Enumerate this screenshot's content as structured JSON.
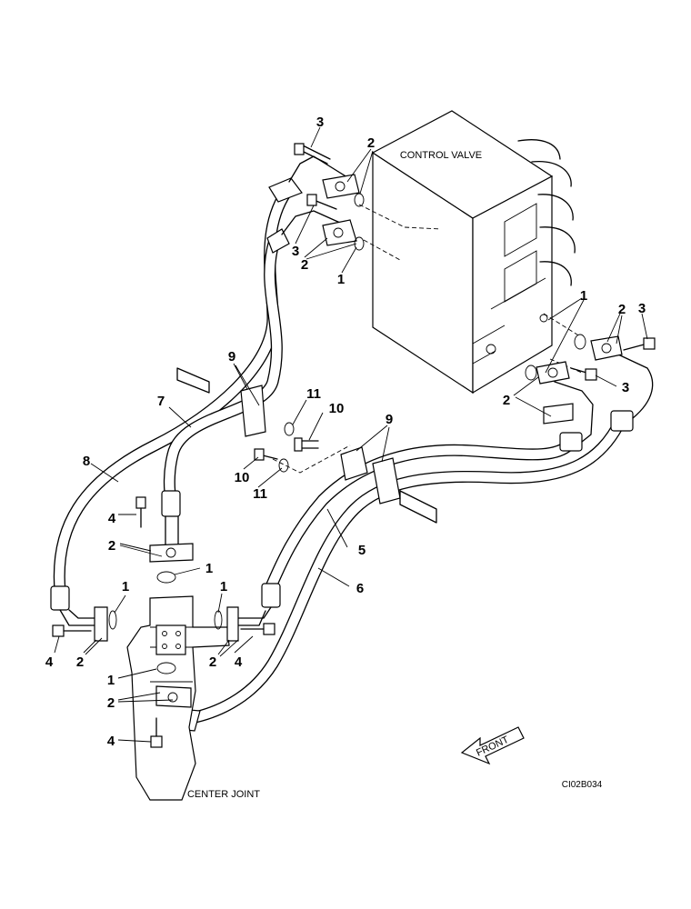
{
  "labels": {
    "control_valve": "CONTROL VALVE",
    "center_joint": "CENTER JOINT",
    "front": "FRONT",
    "figure_id": "CI02B034"
  },
  "callouts": {
    "c1": "1",
    "c2": "2",
    "c3": "3",
    "c4": "4",
    "c5": "5",
    "c6": "6",
    "c7": "7",
    "c8": "8",
    "c9": "9",
    "c10": "10",
    "c11": "11"
  },
  "colors": {
    "ink": "#000000",
    "paper": "#ffffff"
  }
}
